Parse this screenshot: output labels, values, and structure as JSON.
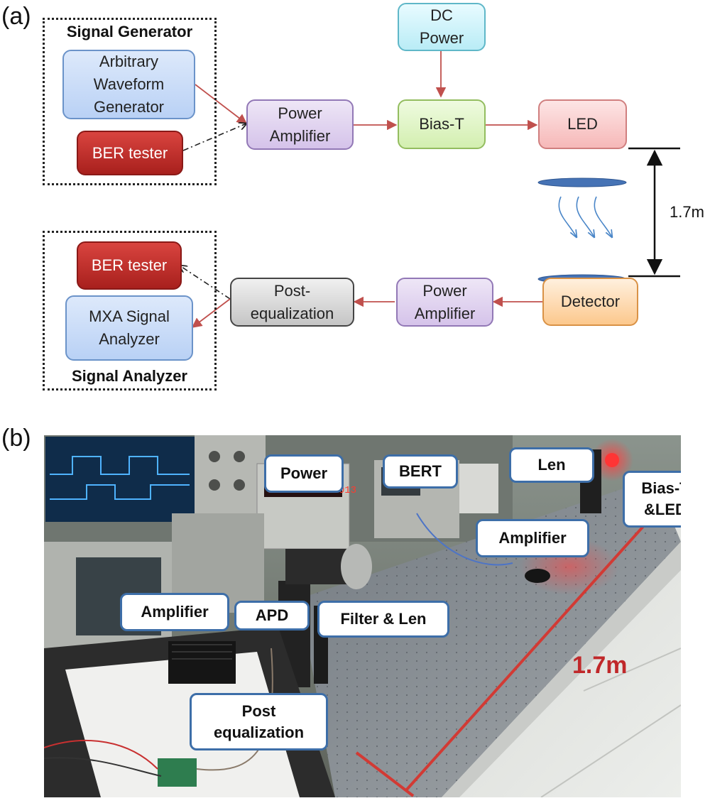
{
  "panel_a": {
    "letter": "(a)",
    "signal_generator_group": "Signal Generator",
    "signal_analyzer_group": "Signal Analyzer",
    "blocks": {
      "awg": "Arbitrary\nWaveform\nGenerator",
      "ber_tester_tx": "BER tester",
      "power_amp_tx": "Power\nAmplifier",
      "dc_power": "DC\nPower",
      "bias_t": "Bias-T",
      "led": "LED",
      "detector": "Detector",
      "power_amp_rx": "Power\nAmplifier",
      "post_eq": "Post-\nequalization",
      "ber_tester_rx": "BER tester",
      "mxa": "MXA Signal\nAnalyzer"
    },
    "distance": "1.7m",
    "colors": {
      "link_arrow": "#c0504d",
      "blue_block": "#b9d1f5",
      "red_block": "#b22a26",
      "purple_block": "#d5c3ea",
      "green_block": "#d3efb0",
      "pink_block": "#f6b8b8",
      "cyan_block": "#b9ecf6",
      "orange_block": "#fcc88d",
      "light_ray": "#4a86c8"
    }
  },
  "panel_b": {
    "letter": "(b)",
    "labels": {
      "power": "Power",
      "bert": "BERT",
      "len_top": "Len",
      "bias_led": "Bias-T\n&LED",
      "amplifier_right": "Amplifier",
      "amplifier_left": "Amplifier",
      "apd": "APD",
      "filter_len": "Filter & Len",
      "post_eq": "Post\nequalization"
    },
    "distance": "1.7m",
    "colors": {
      "label_border": "#3d6ea8",
      "distance_line": "#d23a34"
    }
  }
}
